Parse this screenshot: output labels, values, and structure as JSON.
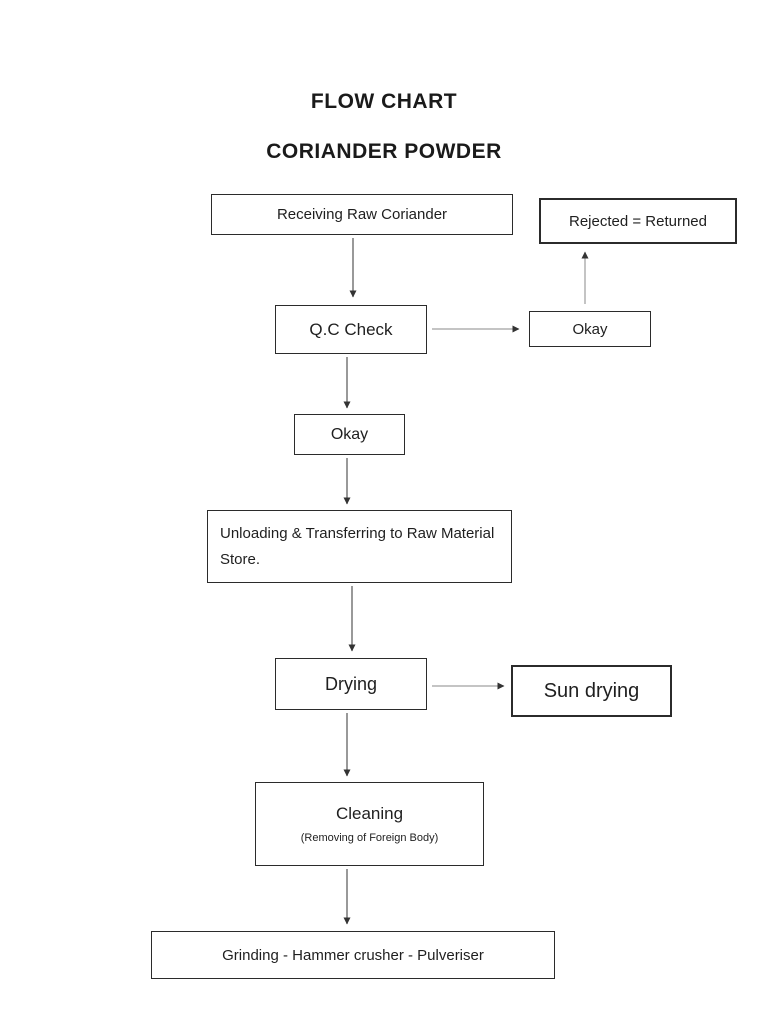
{
  "title": "FLOW CHART",
  "subtitle": "CORIANDER POWDER",
  "nodes": {
    "receiving": {
      "label": "Receiving Raw Coriander"
    },
    "rejected": {
      "label": "Rejected = Returned"
    },
    "qc_check": {
      "label": "Q.C Check"
    },
    "okay_right": {
      "label": "Okay"
    },
    "okay_center": {
      "label": "Okay"
    },
    "unloading": {
      "label": "Unloading & Transferring to Raw Material Store."
    },
    "drying": {
      "label": "Drying"
    },
    "sun_drying": {
      "label": "Sun drying"
    },
    "cleaning": {
      "label": "Cleaning",
      "sublabel": "(Removing of Foreign Body)"
    },
    "grinding": {
      "label": "Grinding - Hammer crusher - Pulveriser"
    }
  }
}
